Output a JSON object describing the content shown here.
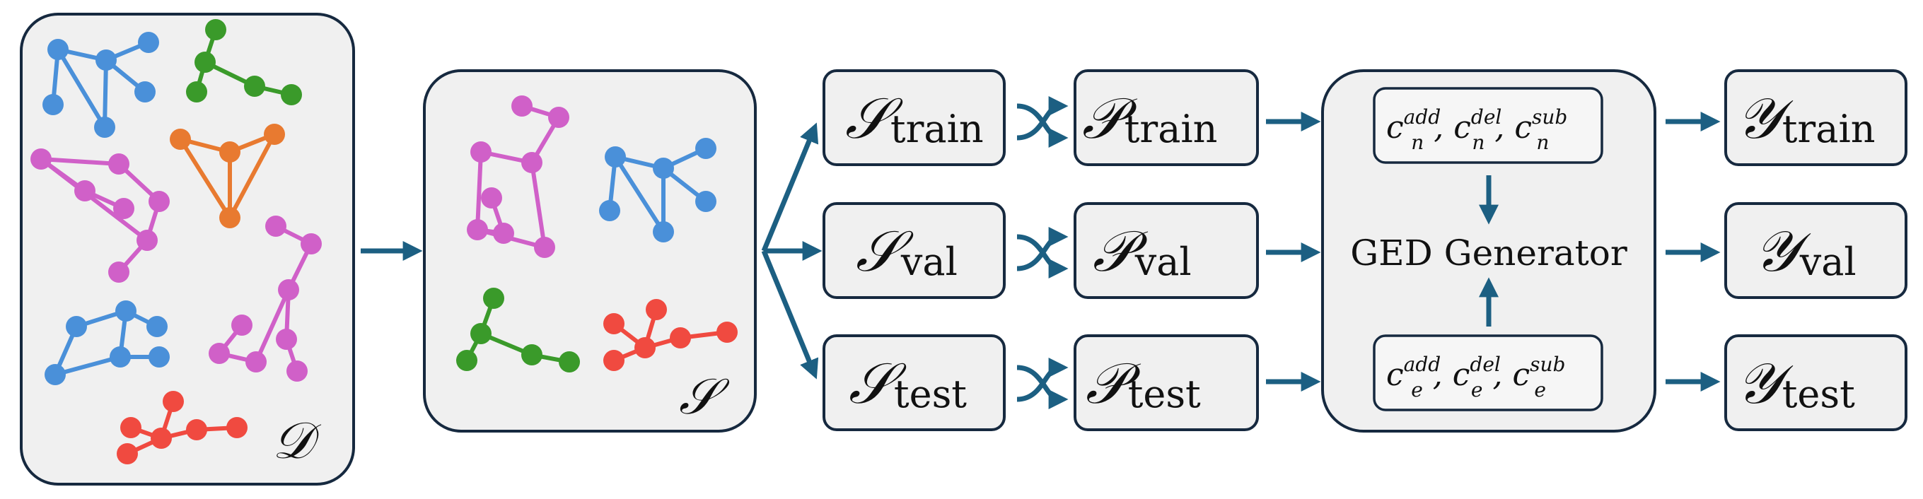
{
  "colors": {
    "arrow": "#1c5f82",
    "border": "#16293f",
    "panel_fill": "#f0f0f0",
    "graph_blue": "#4a90d9",
    "graph_green": "#3a9a2a",
    "graph_orange": "#e87a30",
    "graph_pink": "#d060c8",
    "graph_red": "#f04a40"
  },
  "dataset": {
    "symbol": "𝒟"
  },
  "subset": {
    "symbol": "𝒮"
  },
  "splits": [
    {
      "id": "train",
      "set_symbol": "𝒮",
      "pair_symbol": "𝒫",
      "label_symbol": "𝒴",
      "subscript": "train"
    },
    {
      "id": "val",
      "set_symbol": "𝒮",
      "pair_symbol": "𝒫",
      "label_symbol": "𝒴",
      "subscript": "val"
    },
    {
      "id": "test",
      "set_symbol": "𝒮",
      "pair_symbol": "𝒫",
      "label_symbol": "𝒴",
      "subscript": "test"
    }
  ],
  "generator": {
    "title": "GED Generator",
    "node_costs": {
      "base": "c",
      "index": "n",
      "ops": [
        "add",
        "del",
        "sub"
      ]
    },
    "edge_costs": {
      "base": "c",
      "index": "e",
      "ops": [
        "add",
        "del",
        "sub"
      ]
    }
  }
}
